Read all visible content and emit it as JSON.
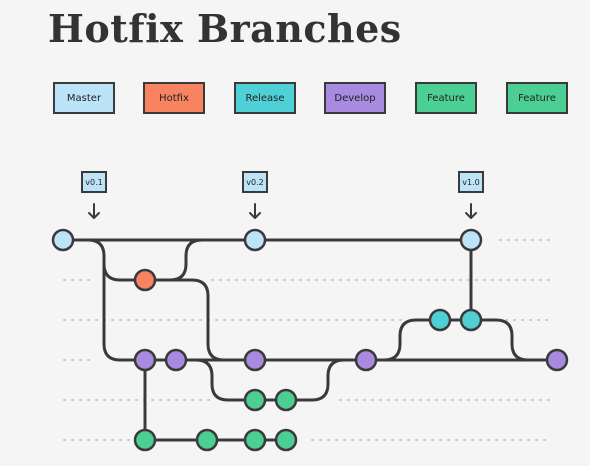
{
  "title": "Hotfix Branches",
  "legend": [
    {
      "label": "Master",
      "color": "#bde3f8"
    },
    {
      "label": "Hotfix",
      "color": "#f78361"
    },
    {
      "label": "Release",
      "color": "#4ed0d6"
    },
    {
      "label": "Develop",
      "color": "#a88ae0"
    },
    {
      "label": "Feature",
      "color": "#4ccf94"
    },
    {
      "label": "Feature",
      "color": "#4ccf94"
    }
  ],
  "tags": [
    "v0.1",
    "v0.2",
    "v1.0"
  ],
  "colors": {
    "stroke": "#3a3a3a",
    "dots": "#c8c8c8",
    "master": "#bde3f8",
    "hotfix": "#f78361",
    "release": "#4ed0d6",
    "develop": "#a88ae0",
    "feature": "#4ccf94"
  }
}
